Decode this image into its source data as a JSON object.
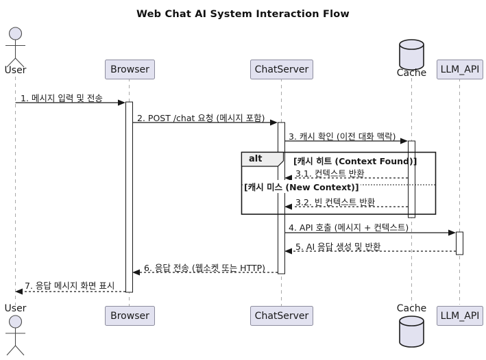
{
  "title": "Web Chat AI System Interaction Flow",
  "participants": {
    "user": "User",
    "browser": "Browser",
    "chatserver": "ChatServer",
    "cache": "Cache",
    "llm_api": "LLM_API"
  },
  "messages": [
    {
      "num": "1",
      "label": "1. 메시지 입력 및 전송",
      "from": "user",
      "to": "browser",
      "line": "solid"
    },
    {
      "num": "2",
      "label": "2. POST /chat 요청 (메시지 포함)",
      "from": "browser",
      "to": "chatserver",
      "line": "solid"
    },
    {
      "num": "3",
      "label": "3. 캐시 확인 (이전 대화 맥락)",
      "from": "chatserver",
      "to": "cache",
      "line": "solid"
    },
    {
      "num": "3.1",
      "label": "3.1. 컨텍스트 반환",
      "from": "cache",
      "to": "chatserver",
      "line": "dashed"
    },
    {
      "num": "3.2",
      "label": "3.2. 빈 컨텍스트 반환",
      "from": "cache",
      "to": "chatserver",
      "line": "dashed"
    },
    {
      "num": "4",
      "label": "4. API 호출 (메시지 + 컨텍스트)",
      "from": "chatserver",
      "to": "llm_api",
      "line": "solid"
    },
    {
      "num": "5",
      "label": "5. AI 응답 생성 및 반환",
      "from": "llm_api",
      "to": "chatserver",
      "line": "dashed"
    },
    {
      "num": "6",
      "label": "6. 응답 전송 (웹소켓 또는 HTTP)",
      "from": "chatserver",
      "to": "browser",
      "line": "dashed"
    },
    {
      "num": "7",
      "label": "7. 응답 메시지 화면 표시",
      "from": "browser",
      "to": "user",
      "line": "dashed"
    }
  ],
  "alt_block": {
    "operator": "alt",
    "guard_hit": "[캐시 히트 (Context Found)]",
    "guard_miss": "[캐시 미스 (New Context)]"
  },
  "colors": {
    "participant_fill": "#E2E2F0",
    "frame_border": "#181818",
    "lifeline": "#A8A8A8",
    "text": "#181818",
    "background": "#FFFFFF"
  }
}
